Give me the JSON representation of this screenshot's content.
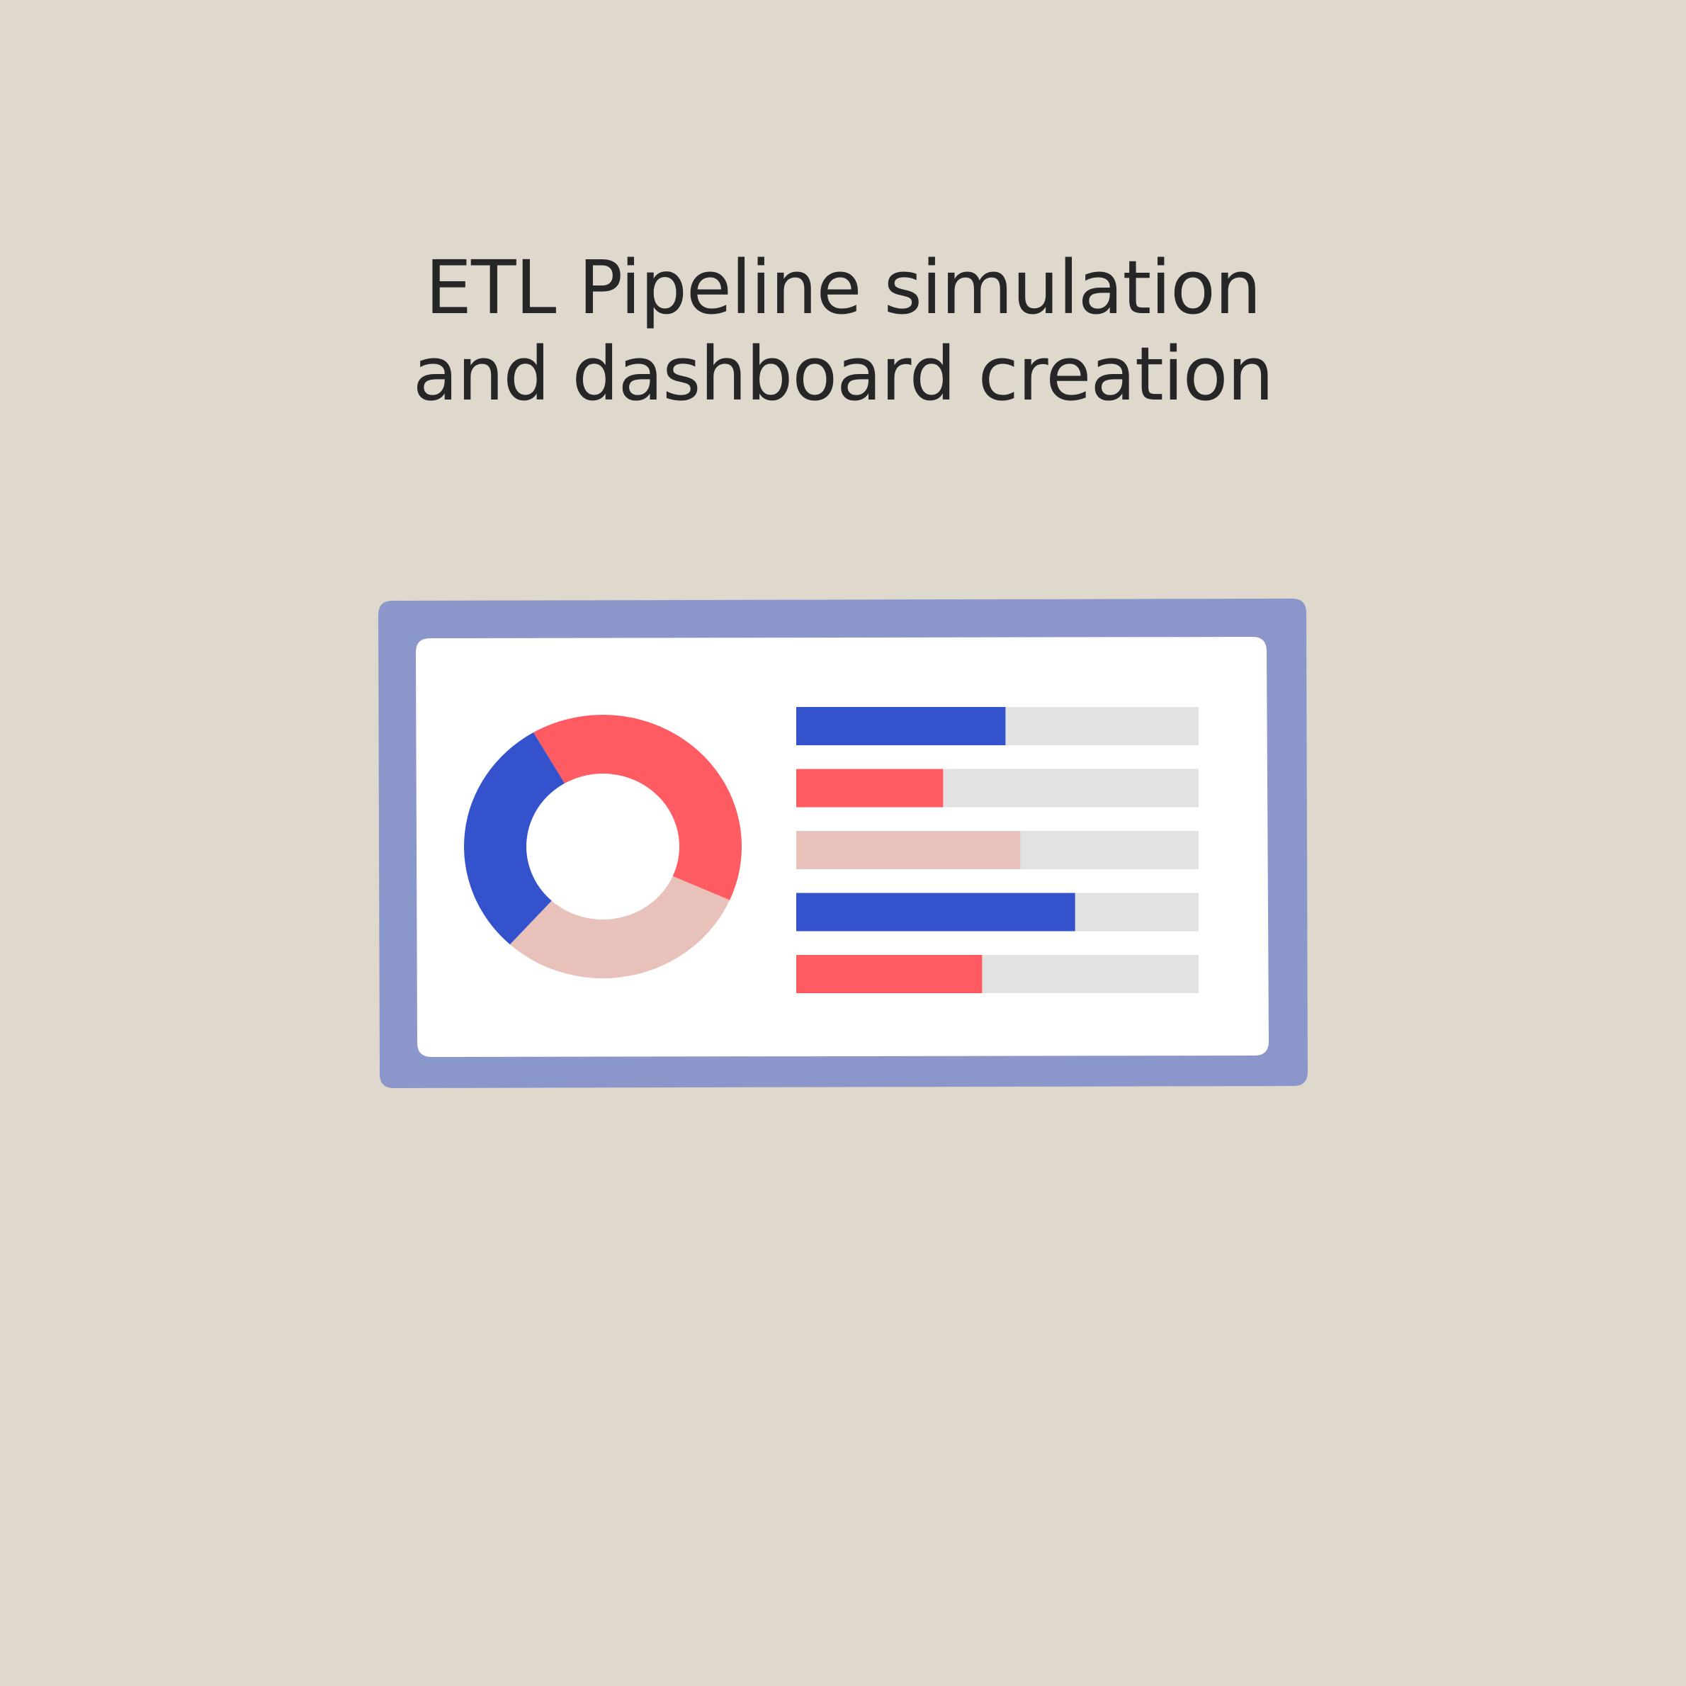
{
  "title": {
    "line1": "ETL Pipeline simulation",
    "line2": "and dashboard creation"
  },
  "colors": {
    "background": "#dfd8cd",
    "frame": "#8b97cb",
    "screen": "#ffffff",
    "blue": "#3452cb",
    "red": "#ff5b62",
    "pink": "#e8c2ba",
    "track": "#e2e2e2",
    "text": "#262626"
  },
  "illustration": {
    "icon": "dashboard-monitor-icon",
    "donut": {
      "icon": "donut-chart-icon",
      "segments": [
        {
          "color": "red",
          "fraction": 0.4
        },
        {
          "color": "pink",
          "fraction": 0.3
        },
        {
          "color": "blue",
          "fraction": 0.3
        }
      ]
    },
    "bars": {
      "icon": "progress-bars-icon",
      "items": [
        {
          "color": "blue",
          "fill": 0.52
        },
        {
          "color": "red",
          "fill": 0.365
        },
        {
          "color": "pink",
          "fill": 0.557
        },
        {
          "color": "blue",
          "fill": 0.693
        },
        {
          "color": "red",
          "fill": 0.462
        }
      ]
    }
  }
}
